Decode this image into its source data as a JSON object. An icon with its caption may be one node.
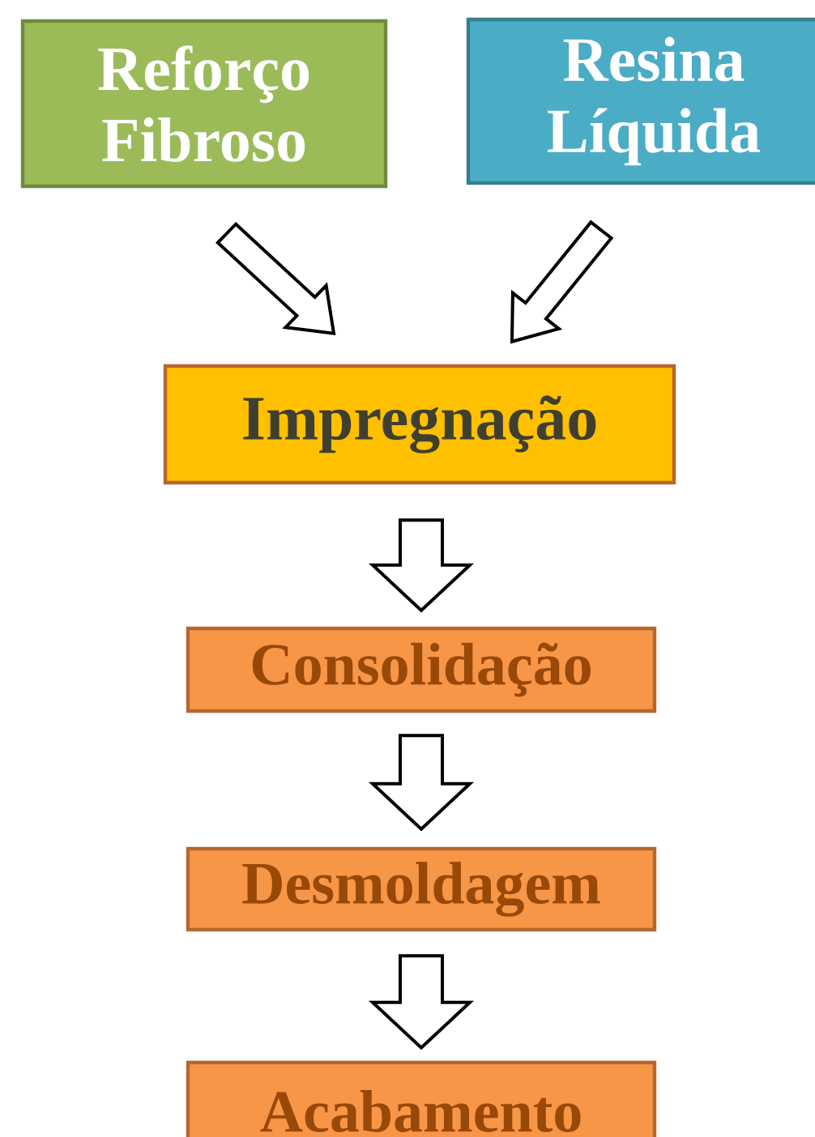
{
  "diagram": {
    "nodes": [
      {
        "text": [
          "Reforço Fibroso"
        ]
      },
      {
        "text": [
          "Resina Líquida"
        ]
      },
      {
        "text": [
          "Impregnação"
        ]
      },
      {
        "text": [
          "Consolidação"
        ]
      },
      {
        "text": [
          "Desmoldagem"
        ]
      },
      {
        "text": [
          "Acabamento"
        ]
      }
    ],
    "edges": [
      {
        "from": 0,
        "to": 2,
        "arrow": "to"
      },
      {
        "from": 1,
        "to": 2,
        "arrow": "to"
      },
      {
        "from": 2,
        "to": 3,
        "arrow": "to"
      },
      {
        "from": 3,
        "to": 4,
        "arrow": "to"
      },
      {
        "from": 4,
        "to": 5,
        "arrow": "to"
      }
    ]
  }
}
